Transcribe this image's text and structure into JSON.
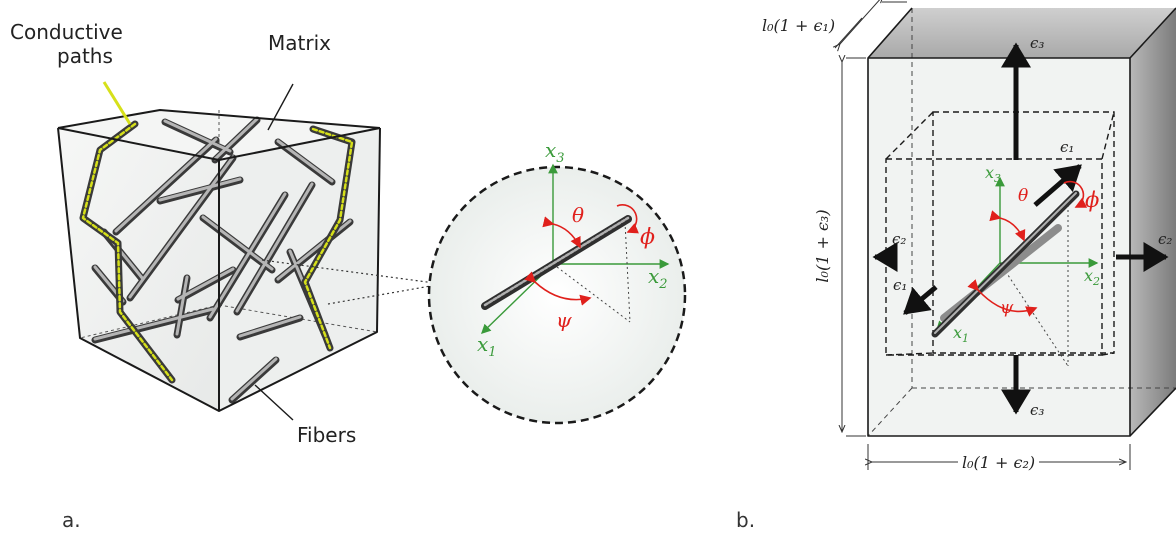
{
  "panel_a": {
    "label": "a.",
    "callouts": {
      "conductive_paths_line1": "Conductive",
      "conductive_paths_line2": "paths",
      "matrix": "Matrix",
      "fibers": "Fibers"
    },
    "inset_axes": {
      "x1": "x",
      "x1_sub": "1",
      "x2": "x",
      "x2_sub": "2",
      "x3": "x",
      "x3_sub": "3",
      "theta": "θ",
      "phi": "ϕ",
      "psi": "ψ"
    }
  },
  "panel_b": {
    "label": "b.",
    "dims": {
      "top": "l₀(1 + ϵ₁)",
      "left": "l₀(1 + ϵ₃)",
      "bottom": "l₀(1 + ϵ₂)"
    },
    "strains": {
      "eps3_top": "ϵ₃",
      "eps3_bottom": "ϵ₃",
      "eps2_left": "ϵ₂",
      "eps2_right": "ϵ₂",
      "eps1_upper": "ϵ₁",
      "eps1_lower": "ϵ₁"
    },
    "axes": {
      "x1": "x",
      "x1_sub": "1",
      "x2": "x",
      "x2_sub": "2",
      "x3": "x",
      "x3_sub": "3",
      "theta": "θ",
      "phi": "ϕ",
      "psi": "ψ"
    }
  },
  "colors": {
    "axis_green": "#3a9a3a",
    "angle_red": "#e0201c",
    "path_yellow": "#d6e01a",
    "fiber_gray": "#8c8c8c",
    "cube_edge": "#1a1a1a",
    "face_light": "#eef0ef",
    "face_dark": "#9a9a9a"
  }
}
